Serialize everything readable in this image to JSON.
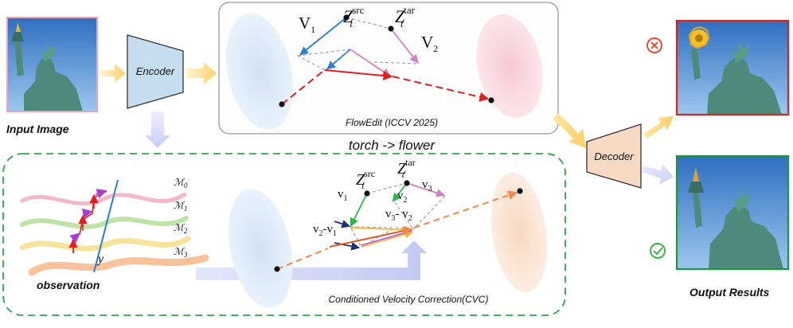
{
  "input": {
    "caption": "Input Image"
  },
  "encoder": {
    "label": "Encoder"
  },
  "decoder": {
    "label": "Decoder"
  },
  "flowedit": {
    "caption": "FlowEdit (ICCV 2025)",
    "v1": "V",
    "v1_sub": "1",
    "v2": "V",
    "v2_sub": "2",
    "z_src": "Z",
    "z_src_sub": "t",
    "z_src_sup": "src",
    "z_tar": "Z",
    "z_tar_sub": "t",
    "z_tar_sup": "tar"
  },
  "edit_prompt": "torch -> flower",
  "cvc": {
    "caption": "Conditioned Velocity Correction(CVC)",
    "observation_label": "observation",
    "y_label": "y",
    "manifolds": [
      {
        "sym": "ℳ",
        "sub": "0",
        "color": "#f5b8c8"
      },
      {
        "sym": "ℳ",
        "sub": "1",
        "color": "#bfe3a6"
      },
      {
        "sym": "ℳ",
        "sub": "2",
        "color": "#f7e39a"
      },
      {
        "sym": "ℳ",
        "sub": "3",
        "color": "#f8c29a"
      }
    ],
    "v1": "v",
    "v1_sub": "1",
    "v2": "v",
    "v2_sub": "2",
    "v3": "v",
    "v3_sub": "3",
    "v2_minus_v1": [
      "v",
      "2",
      "-v",
      "1"
    ],
    "v3_minus_v2": [
      "v",
      "3",
      "- v",
      "2"
    ],
    "z_src": "Z",
    "z_src_sub": "t",
    "z_src_sup": "src",
    "z_tar": "Z",
    "z_tar_sub": "t",
    "z_tar_sup": "tar"
  },
  "output": {
    "caption": "Output Results"
  },
  "colors": {
    "encoder_fill": "#c6dcef",
    "decoder_fill": "#f7d9c4",
    "flow_arrow": "#ffd68a",
    "red_path": "#e02020",
    "orange_path": "#f08a4b",
    "blue_vec": "#2a7fd1",
    "pink_vec": "#d47fc1",
    "green_border": "#1a9a3a",
    "red_border": "#e02020",
    "dashed_green": "#2aa84a"
  },
  "icons": {
    "wrong": "x-circle-icon",
    "right": "check-circle-icon"
  }
}
